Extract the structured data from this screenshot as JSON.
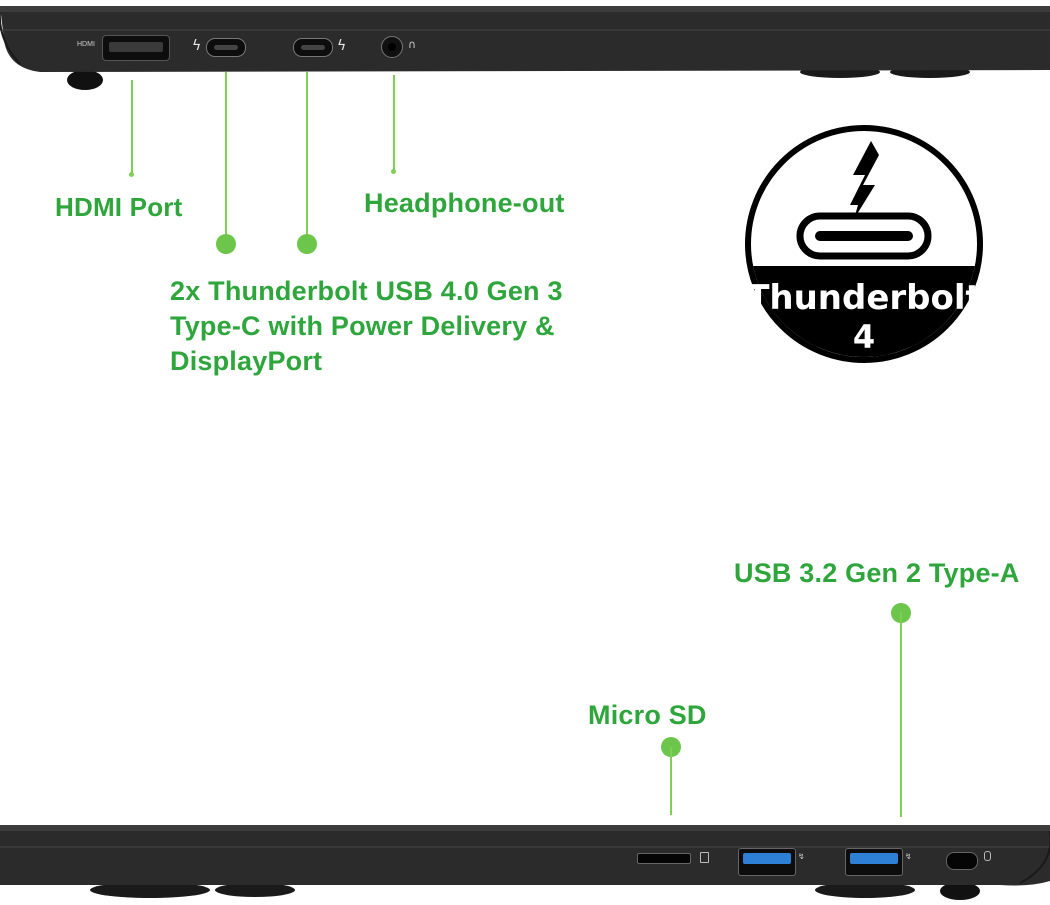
{
  "top_laptop": {
    "port_hdmi_text": "HDMI"
  },
  "labels": {
    "hdmi": "HDMI Port",
    "headphone": "Headphone-out",
    "thunderbolt_lines": [
      "2x Thunderbolt USB 4.0 Gen 3",
      "Type-C with Power Delivery &",
      "DisplayPort"
    ],
    "micro_sd": "Micro SD",
    "usb_a": "USB 3.2 Gen 2 Type-A"
  },
  "badge": {
    "title": "Thunderbolt",
    "number": "4"
  },
  "colors": {
    "label_green": "#2ea63c",
    "line_green": "#7fcf55",
    "laptop_body": "#2b2b2b",
    "usb_blue": "#2e7fd6"
  }
}
